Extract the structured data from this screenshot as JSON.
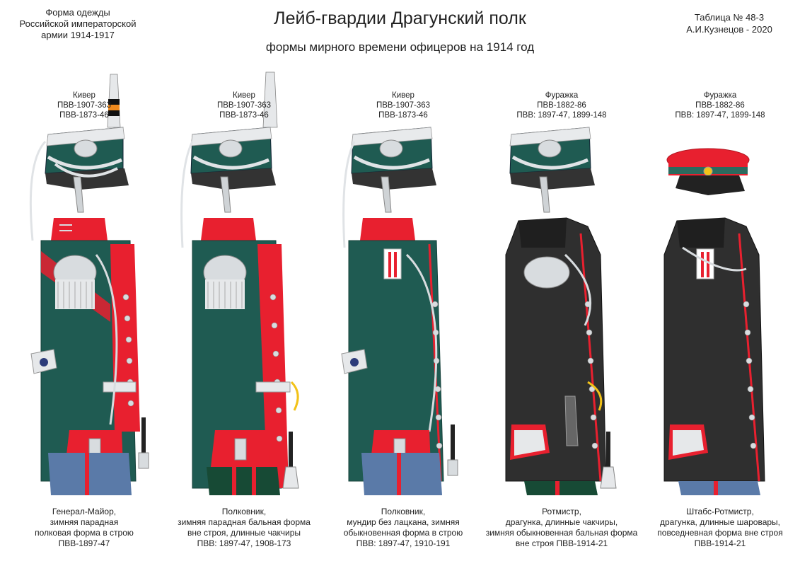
{
  "header": {
    "left_lines": [
      "Форма одежды",
      "Российской императорской",
      "армии  1914-1917"
    ],
    "title": "Лейб-гвардии Драгунский полк",
    "subtitle": "формы мирного времени офицеров на 1914 год",
    "right_lines": [
      "Таблица № 48-3",
      "А.И.Кузнецов - 2020"
    ]
  },
  "colors": {
    "tunic_green": "#1f5b52",
    "tunic_black": "#2f2f2f",
    "facing_red": "#e8202f",
    "trousers_blue": "#5a7aa8",
    "trousers_green": "#174a35",
    "silver": "#d8dcdf",
    "cap_red": "#e8202f"
  },
  "figures": [
    {
      "headwear_lines": [
        "Кивер",
        "ПВВ-1907-363",
        "ПВВ-1873-46"
      ],
      "caption_lines": [
        "Генерал-Майор,",
        "зимняя парадная",
        "полковая форма в строю",
        "ПВВ-1897-47"
      ]
    },
    {
      "headwear_lines": [
        "Кивер",
        "ПВВ-1907-363",
        "ПВВ-1873-46"
      ],
      "caption_lines": [
        "Полковник,",
        "зимняя парадная бальная форма",
        "вне строя, длинные чакчиры",
        "ПВВ: 1897-47, 1908-173"
      ]
    },
    {
      "headwear_lines": [
        "Кивер",
        "ПВВ-1907-363",
        "ПВВ-1873-46"
      ],
      "caption_lines": [
        "Полковник,",
        "мундир без лацкана, зимняя",
        "обыкновенная форма в строю",
        "ПВВ: 1897-47, 1910-191"
      ]
    },
    {
      "headwear_lines": [
        "Фуражка",
        "ПВВ-1882-86",
        "ПВВ: 1897-47, 1899-148"
      ],
      "caption_lines": [
        "Ротмистр,",
        "драгунка, длинные чакчиры,",
        "зимняя обыкновенная бальная форма",
        "вне строя ПВВ-1914-21"
      ]
    },
    {
      "headwear_lines": [
        "Фуражка",
        "ПВВ-1882-86",
        "ПВВ: 1897-47, 1899-148"
      ],
      "caption_lines": [
        "Штабс-Ротмистр,",
        "драгунка, длинные шаровары,",
        "повседневная форма вне строя",
        "ПВВ-1914-21"
      ]
    }
  ]
}
